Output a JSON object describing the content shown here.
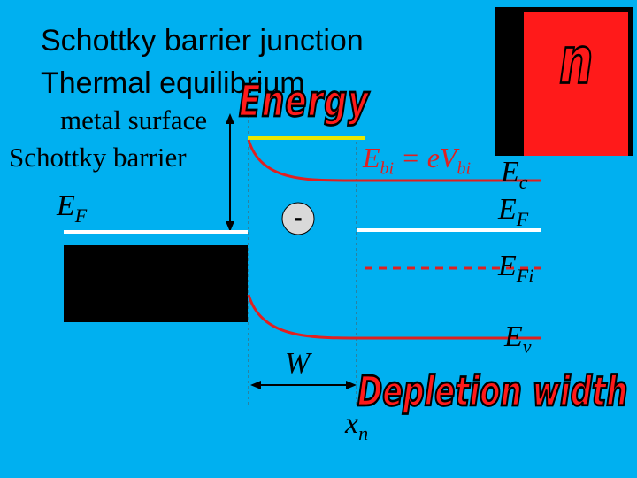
{
  "title_line1": "Schottky barrier junction",
  "title_line2": "Thermal equilibrium",
  "wordart_energy": "Energy",
  "wordart_n": "n",
  "wordart_depletion": "Depletion width",
  "label_metal_surface": "metal surface",
  "label_schottky_barrier": "Schottky barrier",
  "label_ef_left_main": "E",
  "label_ef_left_sub": "F",
  "label_ebi_main": "E",
  "label_ebi_sub": "bi",
  "label_ebi_eq": " = eV",
  "label_vbi_sub": "bi",
  "label_ec_main": "E",
  "label_ec_sub": "c",
  "label_ef_right_main": "E",
  "label_ef_right_sub": "F",
  "label_efi_main": "E",
  "label_efi_sub": "Fi",
  "label_ev_main": "E",
  "label_ev_sub": "v",
  "label_w": "W",
  "label_xn_main": "x",
  "label_xn_sub": "n",
  "charge_symbol": "-",
  "colors": {
    "background": "#00B0F0",
    "band": "#E02020",
    "fermi": "#FFFFFF",
    "barrier_top": "#E8E800",
    "metal": "#000000",
    "n_box": "#FF1A1A"
  }
}
